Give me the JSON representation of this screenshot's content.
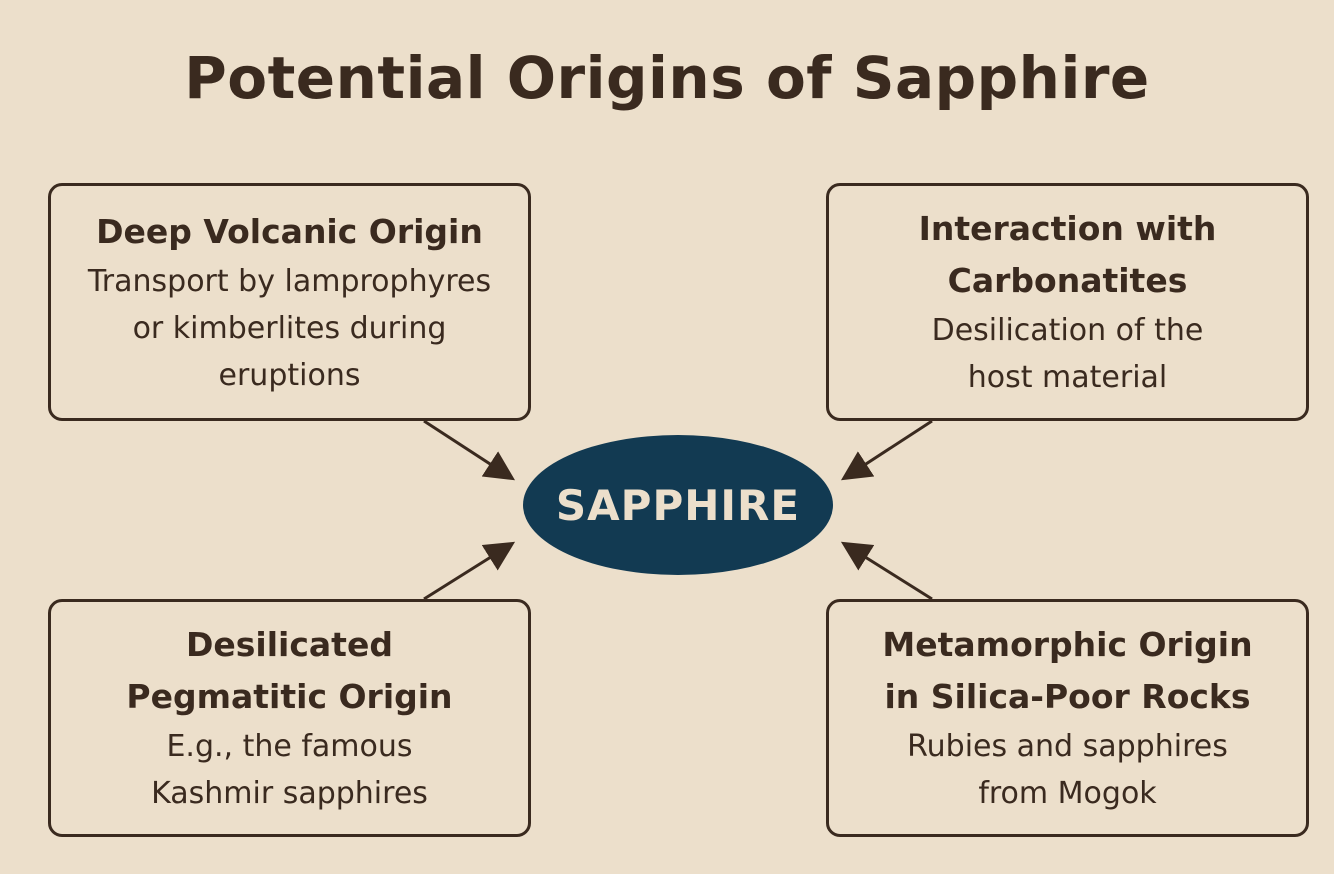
{
  "title": "Potential Origins of Sapphire",
  "center": {
    "label": "SAPPHIRE",
    "color": "#123a52"
  },
  "colors": {
    "background": "#ecdfcb",
    "ink": "#3a2a1f",
    "center_fill": "#123a52"
  },
  "boxes": [
    {
      "heading": "Deep Volcanic Origin",
      "description": "Transport by lamprophyres\nor kimberlites during\neruptions"
    },
    {
      "heading": "Interaction with\nCarbonatites",
      "description": "Desilication of the\nhost material"
    },
    {
      "heading": "Desilicated\nPegmatitic Origin",
      "description": "E.g., the famous\nKashmir sapphires"
    },
    {
      "heading": "Metamorphic Origin\nin Silica-Poor Rocks",
      "description": "Rubies and sapphires\nfrom Mogok"
    }
  ]
}
